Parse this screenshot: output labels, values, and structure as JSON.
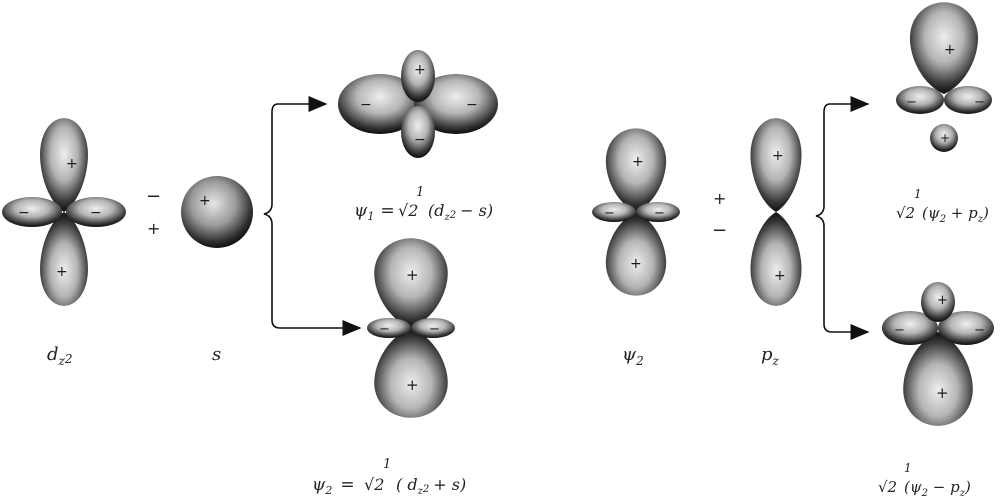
{
  "colors": {
    "lobe_dark": "#0d0d0d",
    "lobe_mid": "#8a8a8a",
    "lobe_light": "#e9e9e9",
    "ink": "#222222"
  },
  "orbitals": {
    "dz2": {
      "label_main": "d",
      "label_sub": "z",
      "label_sup": "2"
    },
    "s": {
      "label": "s"
    },
    "psi2": {
      "label_main": "ψ",
      "label_sub": "2"
    },
    "pz": {
      "label_main": "p",
      "label_sub": "z"
    }
  },
  "operators": {
    "left_top": "−",
    "left_bottom": "+",
    "right_top": "+",
    "right_bottom": "−"
  },
  "signs": {
    "plus": "+",
    "minus": "−"
  },
  "equations": {
    "psi1": {
      "lhs": "ψ",
      "lhs_sub": "1",
      "eq": "=",
      "numer": "1",
      "root": "√2",
      "body": "(d",
      "body_sub": "z",
      "body_sup": "2",
      "tail": "− s)"
    },
    "psi2": {
      "lhs": "ψ",
      "lhs_sub": "2",
      "eq": "=",
      "numer": "1",
      "root": "√2",
      "body": "( d",
      "body_sub": "z",
      "body_sup": "2",
      "tail": "+ s)"
    },
    "right_top": {
      "numer": "1",
      "root": "√2",
      "body": "(ψ",
      "body_sub": "2",
      "mid": " + p",
      "mid_sub": "z",
      "close": ")"
    },
    "right_bottom": {
      "numer": "1",
      "root": "√2",
      "body": "(ψ",
      "body_sub": "2",
      "mid": " − p",
      "mid_sub": "z",
      "close": ")"
    }
  }
}
